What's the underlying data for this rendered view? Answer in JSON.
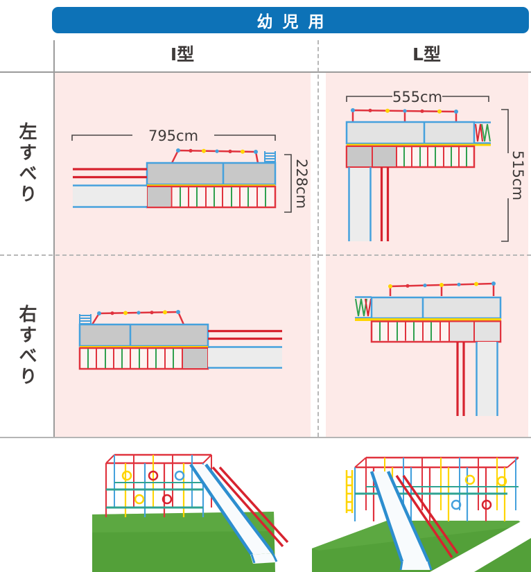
{
  "header": {
    "title": "幼児用"
  },
  "table": {
    "columns": [
      "I型",
      "L型"
    ],
    "rows": [
      "左すべり",
      "右すべり"
    ]
  },
  "diagrams": {
    "i_left": {
      "width_label": "795cm",
      "height_label": "228cm"
    },
    "l_left": {
      "width_label": "555cm",
      "height_label": "515cm"
    }
  },
  "colors": {
    "header_blue": "#0d72b7",
    "cell_pink": "#fdeae8",
    "cell_light": "#fdf3f1",
    "frame_red": "#e0333e",
    "rail_crimson": "#d7232f",
    "frame_blue": "#45a1dd",
    "frame_green": "#2fa04e",
    "frame_yellow": "#ffd500",
    "platform_grey": "#c8c8c8",
    "light_grey": "#e3e3e3",
    "slide_grey": "#ececec",
    "dim_grey": "#4a4646",
    "text_dark": "#3e3a39",
    "line_grey": "#9b9b9b",
    "dash_grey": "#b7b7b7",
    "grass_green": "#53a039",
    "grass_light": "#68b14c",
    "slide_white": "#f8fbfd",
    "photo_rail_blue": "#2d8ecf",
    "teal": "#2fa392"
  }
}
